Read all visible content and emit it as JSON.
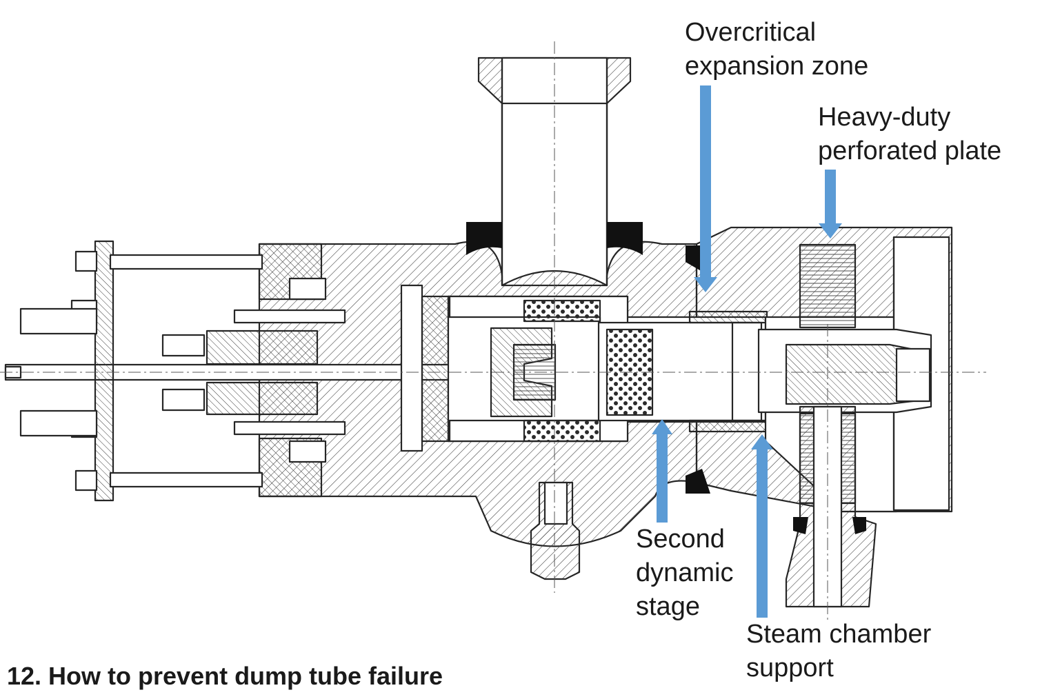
{
  "colors": {
    "arrow": "#5B9BD5",
    "line": "#262626",
    "weld": "#111111",
    "text": "#1a1a1a"
  },
  "callouts": {
    "overcritical": {
      "line1": "Overcritical",
      "line2": "expansion zone"
    },
    "perforated_plate": {
      "line1": "Heavy-duty",
      "line2": "perforated plate"
    },
    "second_stage": {
      "line1": "Second",
      "line2": "dynamic",
      "line3": "stage"
    },
    "steam_support": {
      "line1": "Steam chamber",
      "line2": "support"
    }
  },
  "caption": "12. How to prevent dump tube failure"
}
